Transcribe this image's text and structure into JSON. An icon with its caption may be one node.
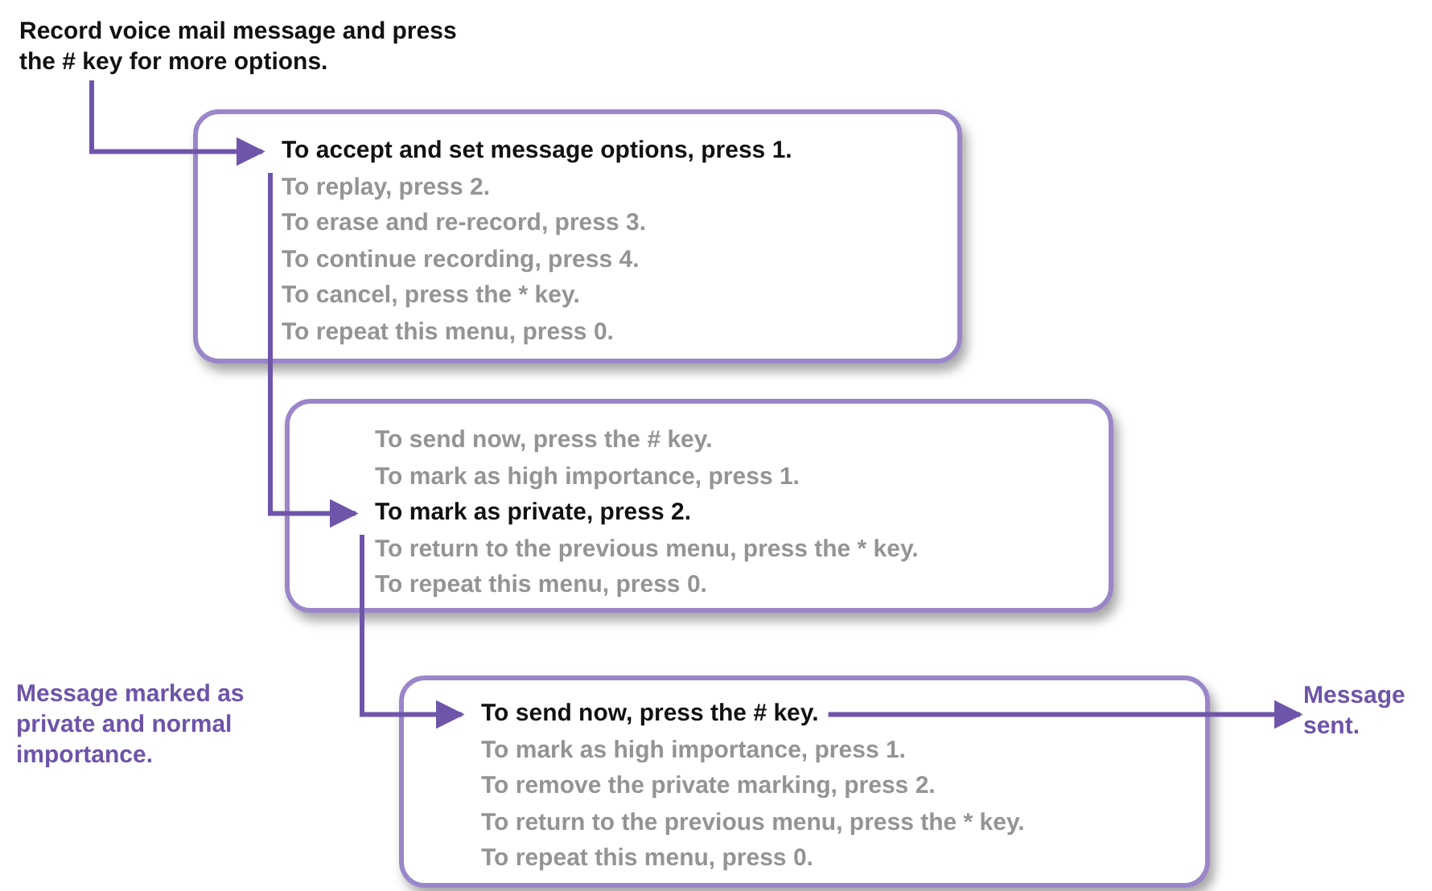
{
  "diagram": {
    "nodes": [
      {
        "text": [
          "Record voice mail message and press the # key for more options."
        ]
      },
      {
        "text": [],
        "shape": "box"
      },
      {
        "text": [
          "To accept and set message options, press 1."
        ],
        "in": 1
      },
      {
        "text": [
          "To replay, press 2."
        ],
        "in": 1
      },
      {
        "text": [
          "To erase and re-record, press 3."
        ],
        "in": 1
      },
      {
        "text": [
          "To continue recording, press 4."
        ],
        "in": 1
      },
      {
        "text": [
          "To cancel, press the * key."
        ],
        "in": 1
      },
      {
        "text": [
          "To repeat this menu, press 0."
        ],
        "in": 1
      },
      {
        "text": [],
        "shape": "box"
      },
      {
        "text": [
          "To send now, press the # key."
        ],
        "in": 8
      },
      {
        "text": [
          "To mark as high importance, press 1."
        ],
        "in": 8
      },
      {
        "text": [
          "To mark as private, press 2."
        ],
        "in": 8
      },
      {
        "text": [
          "To return to the previous menu, press the * key."
        ],
        "in": 8
      },
      {
        "text": [
          "To repeat this menu, press 0."
        ],
        "in": 8
      },
      {
        "text": [],
        "shape": "box"
      },
      {
        "text": [
          "To send now, press the # key."
        ],
        "in": 14
      },
      {
        "text": [
          "To mark as high importance, press 1."
        ],
        "in": 14
      },
      {
        "text": [
          "To remove the private marking, press 2."
        ],
        "in": 14
      },
      {
        "text": [
          "To return to the previous menu, press the * key."
        ],
        "in": 14
      },
      {
        "text": [
          "To repeat this menu, press 0."
        ],
        "in": 14
      },
      {
        "text": [
          "Message sent."
        ]
      }
    ],
    "edges": [
      {
        "from": 0,
        "to": 2,
        "arrow": "to"
      },
      {
        "from": 2,
        "to": 11,
        "arrow": "to"
      },
      {
        "from": 11,
        "to": 15,
        "arrow": "to"
      },
      {
        "from": 15,
        "to": 20,
        "arrow": "to"
      }
    ],
    "labels": [
      "Message marked as private and normal importance."
    ]
  }
}
